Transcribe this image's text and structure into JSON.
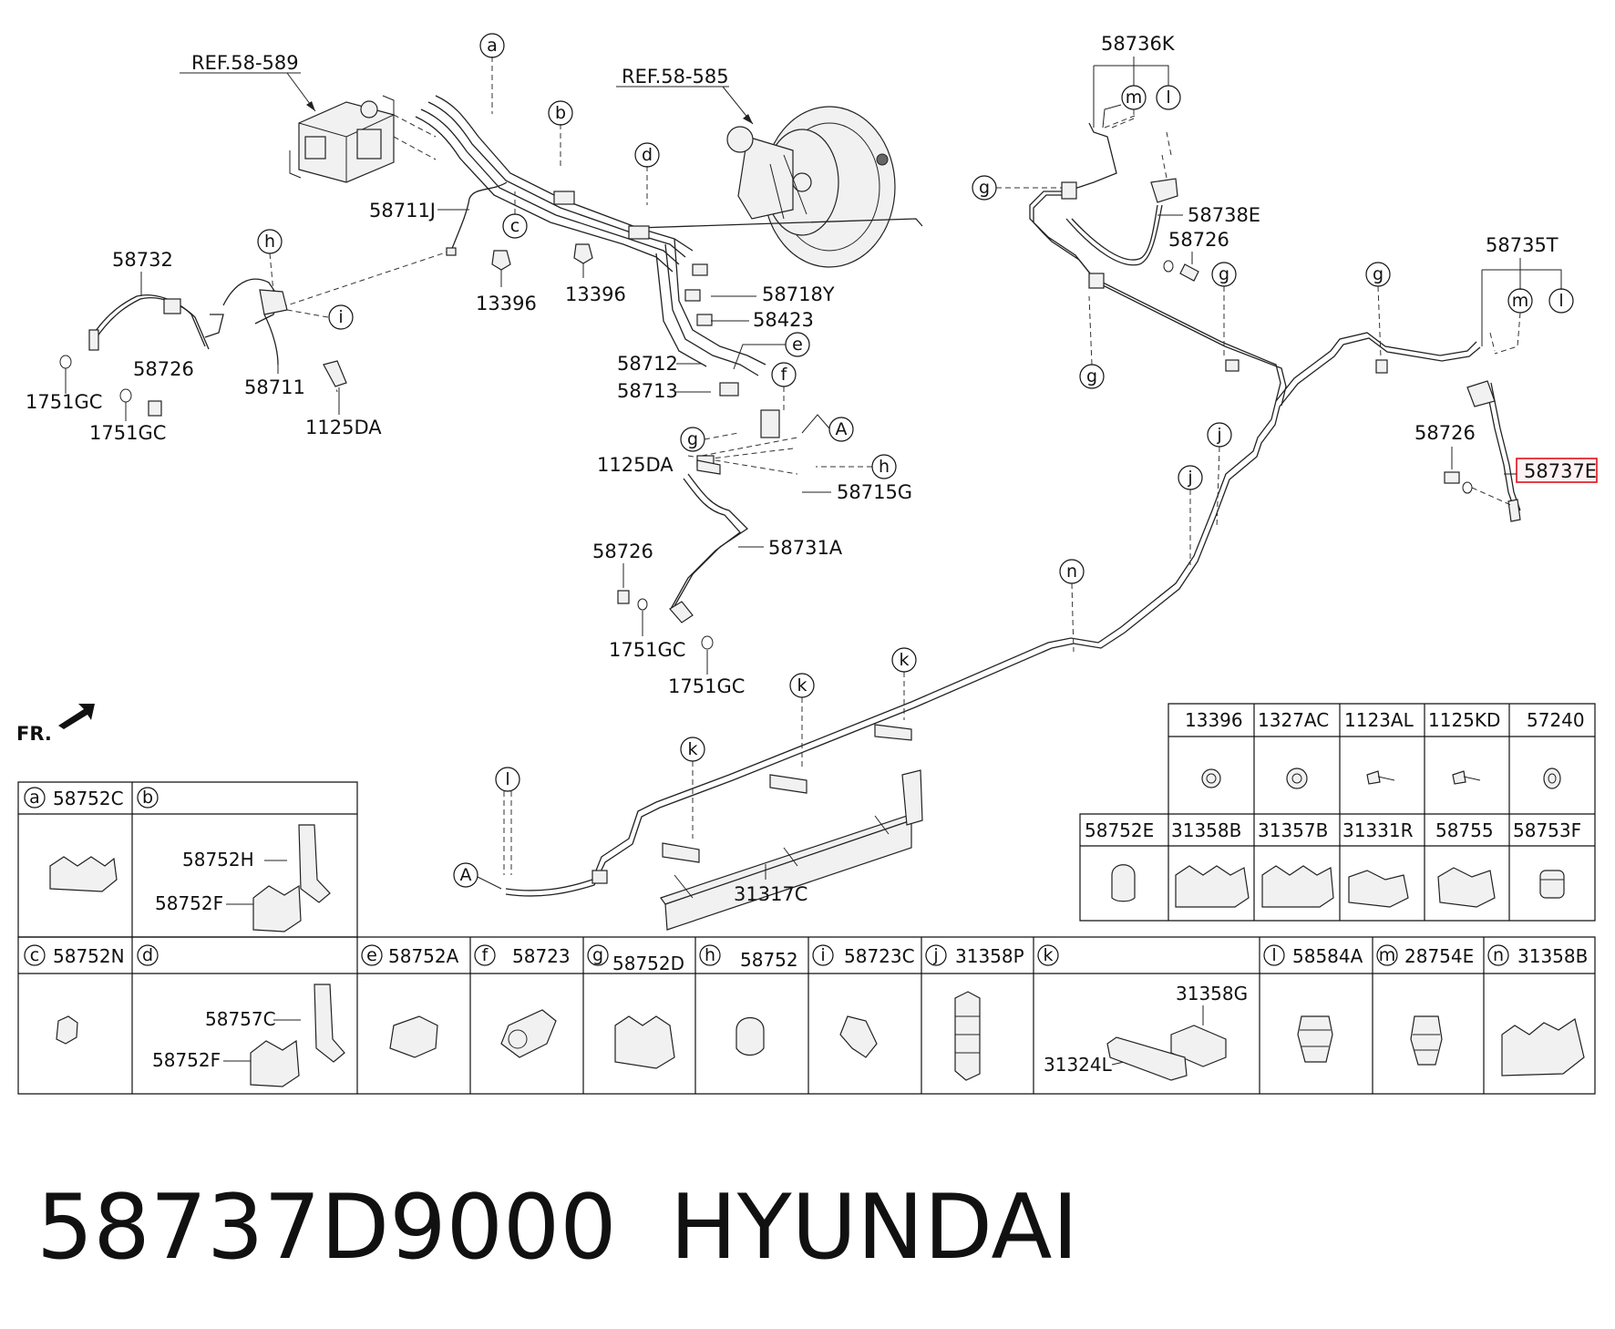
{
  "page": {
    "part_number": "58737D9000",
    "brand": "HYUNDAI"
  },
  "references": {
    "ref1": "REF.58-589",
    "ref2": "REF.58-585"
  },
  "front_label": "FR.",
  "callout_letters": {
    "a": "a",
    "b": "b",
    "c": "c",
    "d": "d",
    "e": "e",
    "f": "f",
    "g": "g",
    "h": "h",
    "i": "i",
    "j": "j",
    "k": "k",
    "l": "l",
    "m": "m",
    "n": "n",
    "A": "A"
  },
  "labels": {
    "p58711J": "58711J",
    "p13396": "13396",
    "p58732": "58732",
    "p58711": "58711",
    "p58726": "58726",
    "p1751GC": "1751GC",
    "p1125DA": "1125DA",
    "p58718Y": "58718Y",
    "p58423": "58423",
    "p58712": "58712",
    "p58713": "58713",
    "p58715G": "58715G",
    "p58731A": "58731A",
    "p58736K": "58736K",
    "p58738E": "58738E",
    "p58735T": "58735T",
    "p58737E_highlight": "58737E",
    "p31317C": "31317C"
  },
  "highlight_color": "#e0101a",
  "table_top": {
    "headers": [
      "13396",
      "1327AC",
      "1123AL",
      "1125KD",
      "57240"
    ],
    "headers2": [
      "58752E",
      "31358B",
      "31357B",
      "31331R",
      "58755",
      "58753F"
    ]
  },
  "table_ab": {
    "a_code": "58752C",
    "b_labels": [
      "58752H",
      "58752F"
    ]
  },
  "table_bottom": {
    "cells": [
      {
        "letter": "c",
        "code": "58752N"
      },
      {
        "letter": "d",
        "code": ""
      },
      {
        "letter": "e",
        "code": "58752A"
      },
      {
        "letter": "f",
        "code": "58723"
      },
      {
        "letter": "g",
        "code": "58752D"
      },
      {
        "letter": "h",
        "code": "58752"
      },
      {
        "letter": "i",
        "code": "58723C"
      },
      {
        "letter": "j",
        "code": "31358P"
      },
      {
        "letter": "k",
        "code": ""
      },
      {
        "letter": "l",
        "code": "58584A"
      },
      {
        "letter": "m",
        "code": "28754E"
      },
      {
        "letter": "n",
        "code": "31358B"
      }
    ],
    "d_labels": [
      "58757C",
      "58752F"
    ],
    "k_labels": [
      "31358G",
      "31324L"
    ]
  }
}
